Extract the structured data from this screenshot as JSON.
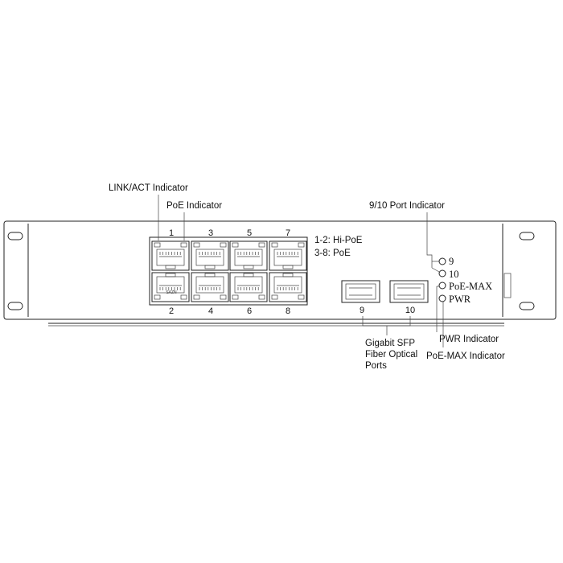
{
  "labels": {
    "link_act": "LINK/ACT Indicator",
    "poe": "PoE Indicator",
    "port_9_10": "9/10 Port Indicator",
    "pwr": "PWR Indicator",
    "poe_max": "PoE-MAX Indicator",
    "sfp_line1": "Gigabit SFP",
    "sfp_line2": "Fiber Optical",
    "sfp_line3": "Ports"
  },
  "poe_legend": {
    "line1": "1-2: Hi-PoE",
    "line2": "3-8: PoE"
  },
  "rj45_top_numbers": [
    "1",
    "3",
    "5",
    "7"
  ],
  "rj45_bottom_numbers": [
    "2",
    "4",
    "6",
    "8"
  ],
  "sfp_numbers": [
    "9",
    "10"
  ],
  "leds": {
    "led9": "9",
    "led10": "10",
    "poemax": "PoE-MAX",
    "pwr": "PWR"
  },
  "port_badge": "SAZN"
}
